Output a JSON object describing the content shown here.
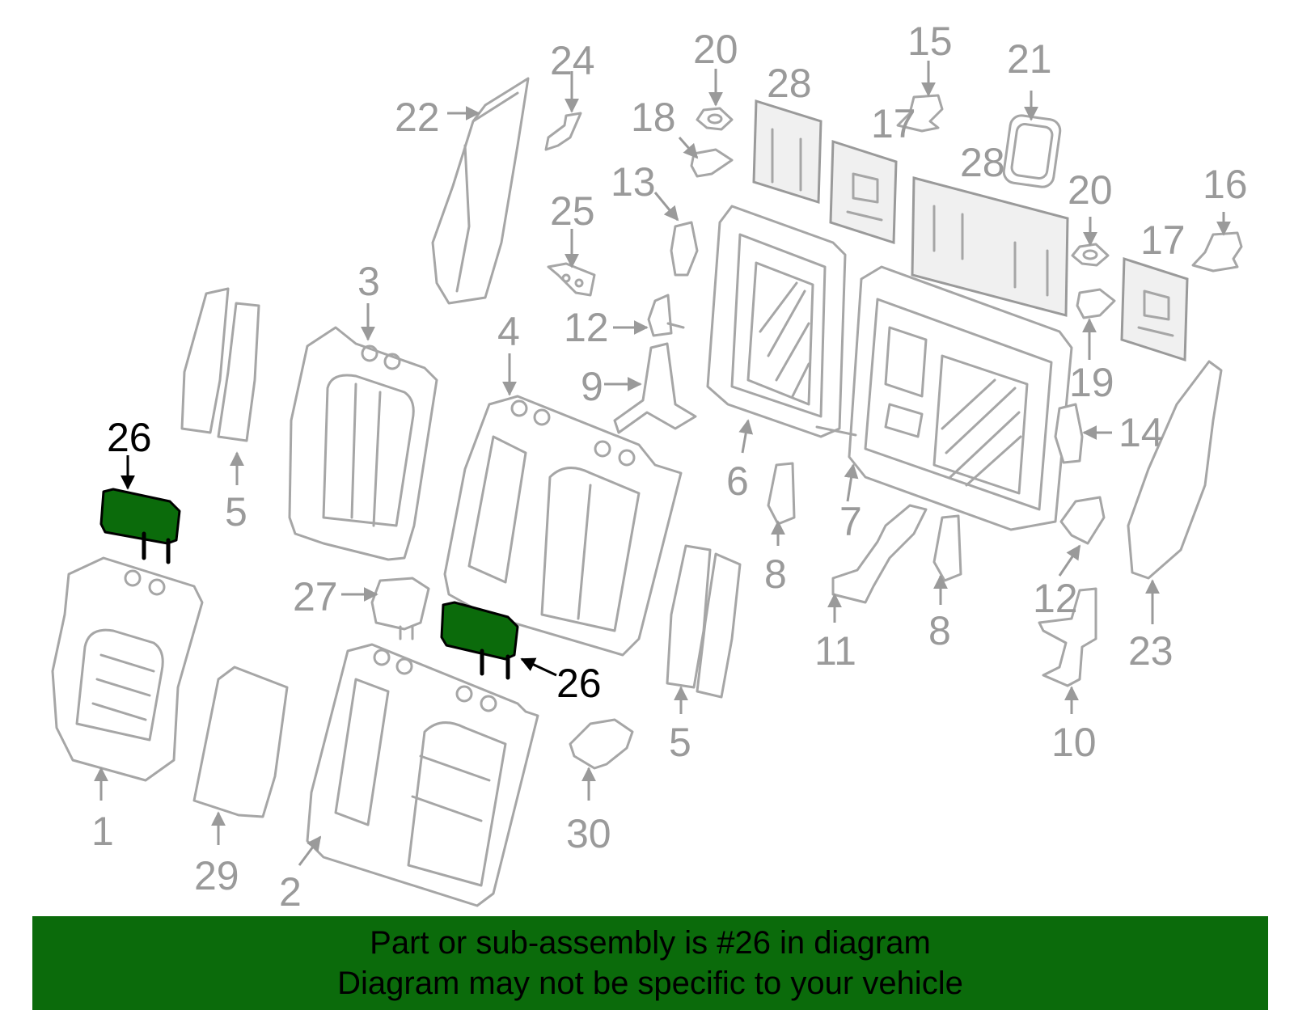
{
  "callouts": {
    "p1": "1",
    "p2": "2",
    "p3": "3",
    "p4": "4",
    "p5a": "5",
    "p5b": "5",
    "p6": "6",
    "p7": "7",
    "p8a": "8",
    "p8b": "8",
    "p9": "9",
    "p10": "10",
    "p11": "11",
    "p12a": "12",
    "p12b": "12",
    "p13": "13",
    "p14": "14",
    "p15": "15",
    "p16": "16",
    "p17a": "17",
    "p17b": "17",
    "p18": "18",
    "p19": "19",
    "p20a": "20",
    "p20b": "20",
    "p21": "21",
    "p22": "22",
    "p23": "23",
    "p24": "24",
    "p25": "25",
    "p26a": "26",
    "p26b": "26",
    "p27": "27",
    "p28a": "28",
    "p28b": "28",
    "p29": "29",
    "p30": "30"
  },
  "highlight": {
    "part_number": "26",
    "color": "#0b6b0b"
  },
  "banner": {
    "line1": "Part or sub-assembly is #26 in diagram",
    "line2": "Diagram may not be specific to your vehicle",
    "background": "#0b6b0b"
  }
}
